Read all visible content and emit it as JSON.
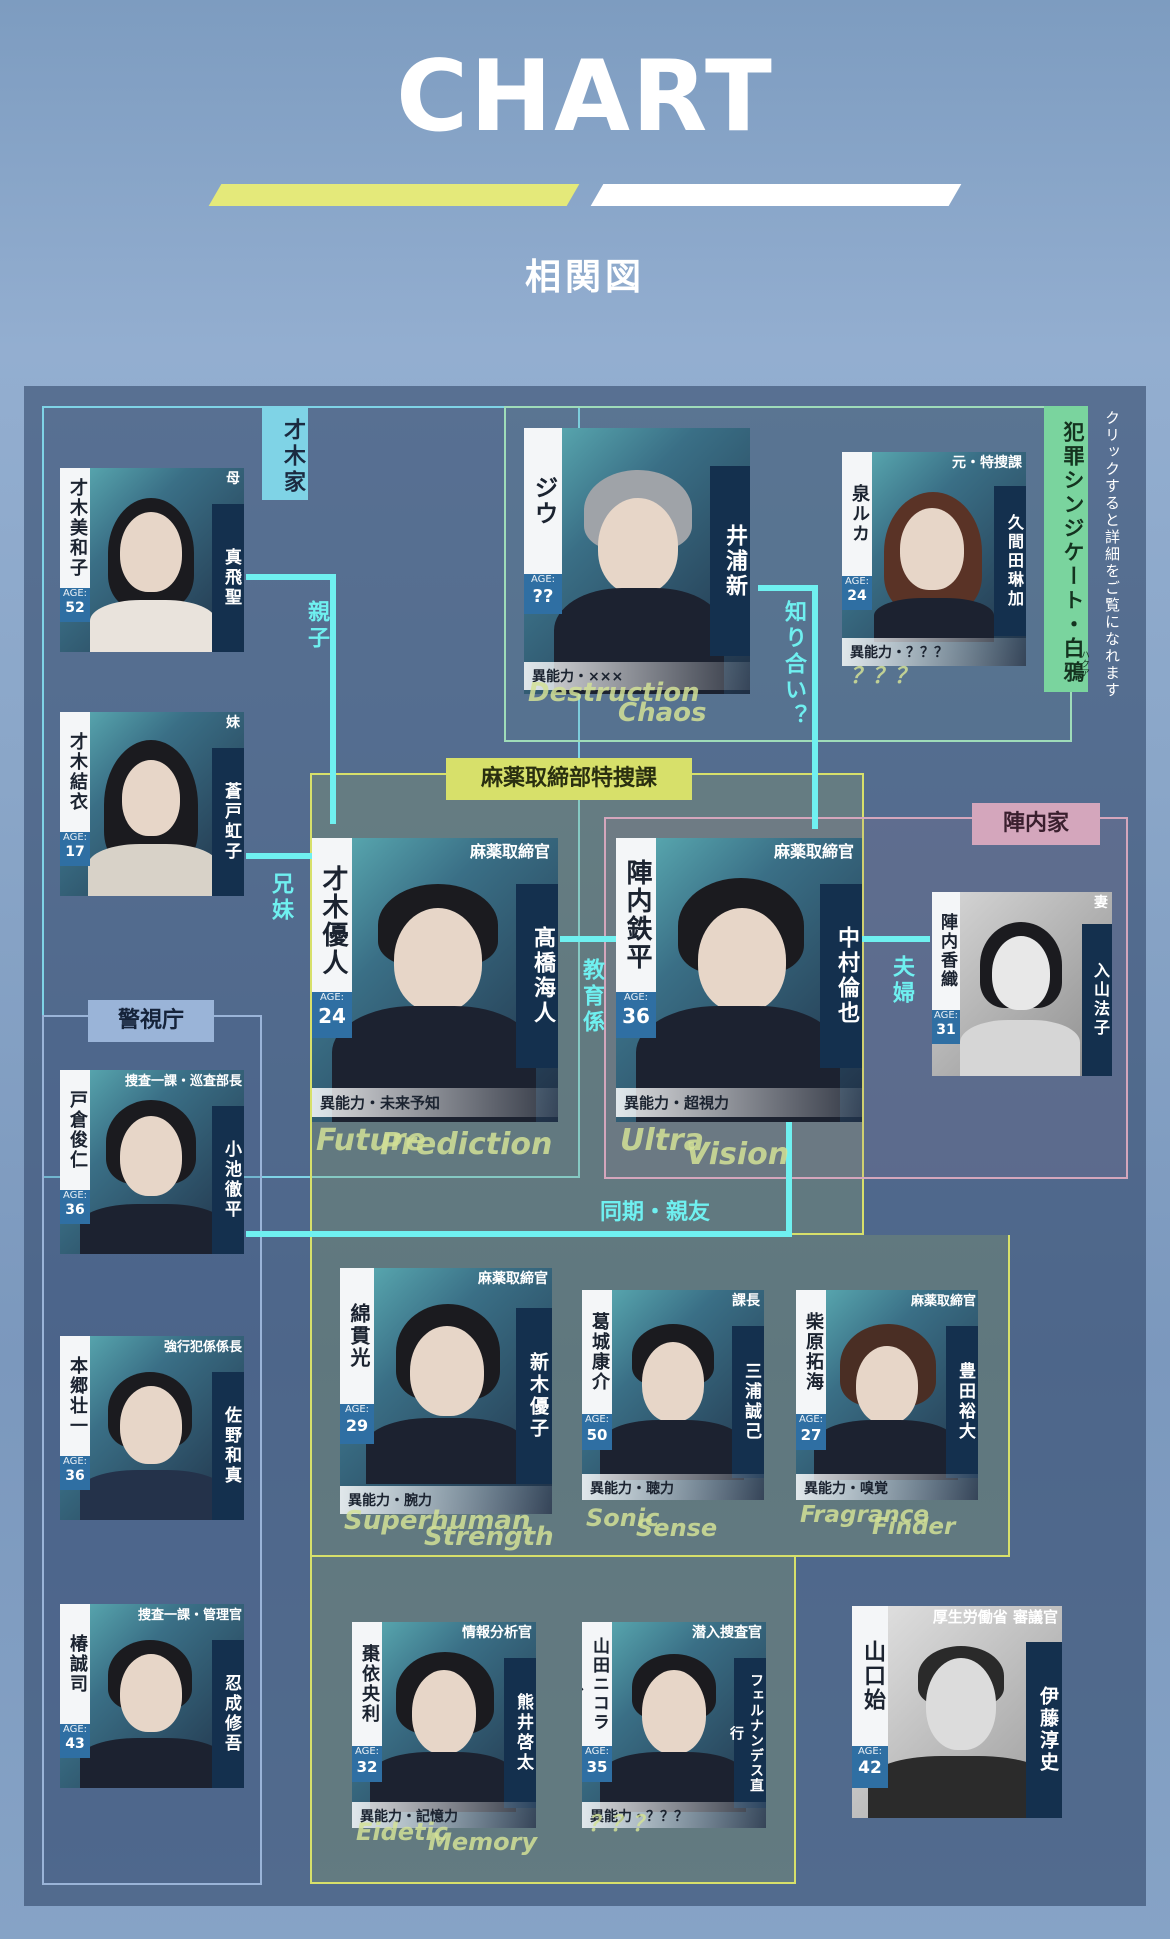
{
  "header": {
    "title": "CHART",
    "subtitle": "相関図"
  },
  "note": "クリックすると詳細をご覧になれます",
  "groups": {
    "saiki": "才木家",
    "crime": "犯罪シンジケート・白鴉",
    "crime_ruby": "ハクア",
    "mayaku": "麻薬取締部特捜課",
    "jinnai": "陣内家",
    "police": "警視庁"
  },
  "relations": {
    "oyako": "親子",
    "kyoudai": "兄妹",
    "shiriai": "知り合い？",
    "kyouiku": "教育係",
    "fuufu": "夫婦",
    "douki": "同期・親友"
  },
  "characters": {
    "miwako": {
      "name": "才木美和子",
      "actor": "真飛聖",
      "age": "52",
      "role": "母"
    },
    "yui": {
      "name": "才木結衣",
      "actor": "蒼戸虹子",
      "age": "17",
      "role": "妹"
    },
    "jiu": {
      "name": "ジウ",
      "actor": "井浦新",
      "age": "??",
      "ability": "異能力・×××",
      "eng1": "Destruction",
      "eng2": "Chaos"
    },
    "ruka": {
      "name": "泉ルカ",
      "actor": "久間田琳加",
      "age": "24",
      "role": "元・特捜課",
      "ability": "異能力・？？？",
      "eng1": "？？？"
    },
    "yuto": {
      "name": "才木優人",
      "actor": "髙橋海人",
      "age": "24",
      "role": "麻薬取締官",
      "ability": "異能力・未来予知",
      "eng1": "Future",
      "eng2": "Prediction"
    },
    "teppei": {
      "name": "陣内鉄平",
      "actor": "中村倫也",
      "age": "36",
      "role": "麻薬取締官",
      "ability": "異能力・超視力",
      "eng1": "Ultra",
      "eng2": "Vision"
    },
    "kaori": {
      "name": "陣内香織",
      "actor": "入山法子",
      "age": "31",
      "role": "妻"
    },
    "tokura": {
      "name": "戸倉俊仁",
      "actor": "小池徹平",
      "age": "36",
      "role": "捜査一課・巡査部長"
    },
    "hongo": {
      "name": "本郷壮一",
      "actor": "佐野和真",
      "age": "36",
      "role": "強行犯係係長"
    },
    "tsubaki": {
      "name": "椿誠司",
      "actor": "忍成修吾",
      "age": "43",
      "role": "捜査一課・管理官"
    },
    "watanuki": {
      "name": "綿貫光",
      "actor": "新木優子",
      "age": "29",
      "role": "麻薬取締官",
      "ability": "異能力・腕力",
      "eng1": "Superhuman",
      "eng2": "Strength"
    },
    "katsuragi": {
      "name": "葛城康介",
      "actor": "三浦誠己",
      "age": "50",
      "role": "課長",
      "ability": "異能力・聴力",
      "eng1": "Sonic",
      "eng2": "Sense"
    },
    "shibahara": {
      "name": "柴原拓海",
      "actor": "豊田裕大",
      "age": "27",
      "role": "麻薬取締官",
      "ability": "異能力・嗅覚",
      "eng1": "Fragrance",
      "eng2": "Finder"
    },
    "natsume": {
      "name": "棗依央利",
      "actor": "熊井啓太",
      "age": "32",
      "role": "情報分析官",
      "ability": "異能力・記憶力",
      "eng1": "Eidetic",
      "eng2": "Memory"
    },
    "yamada": {
      "name": "山田ニコラス",
      "actor": "フェルナンデス直行",
      "age": "35",
      "role": "潜入捜査官",
      "ability": "異能力・？？？",
      "eng1": "？？？"
    },
    "yamaguchi": {
      "name": "山口始",
      "actor": "伊藤淳史",
      "age": "42",
      "role": "厚生労働省 審議官"
    }
  }
}
